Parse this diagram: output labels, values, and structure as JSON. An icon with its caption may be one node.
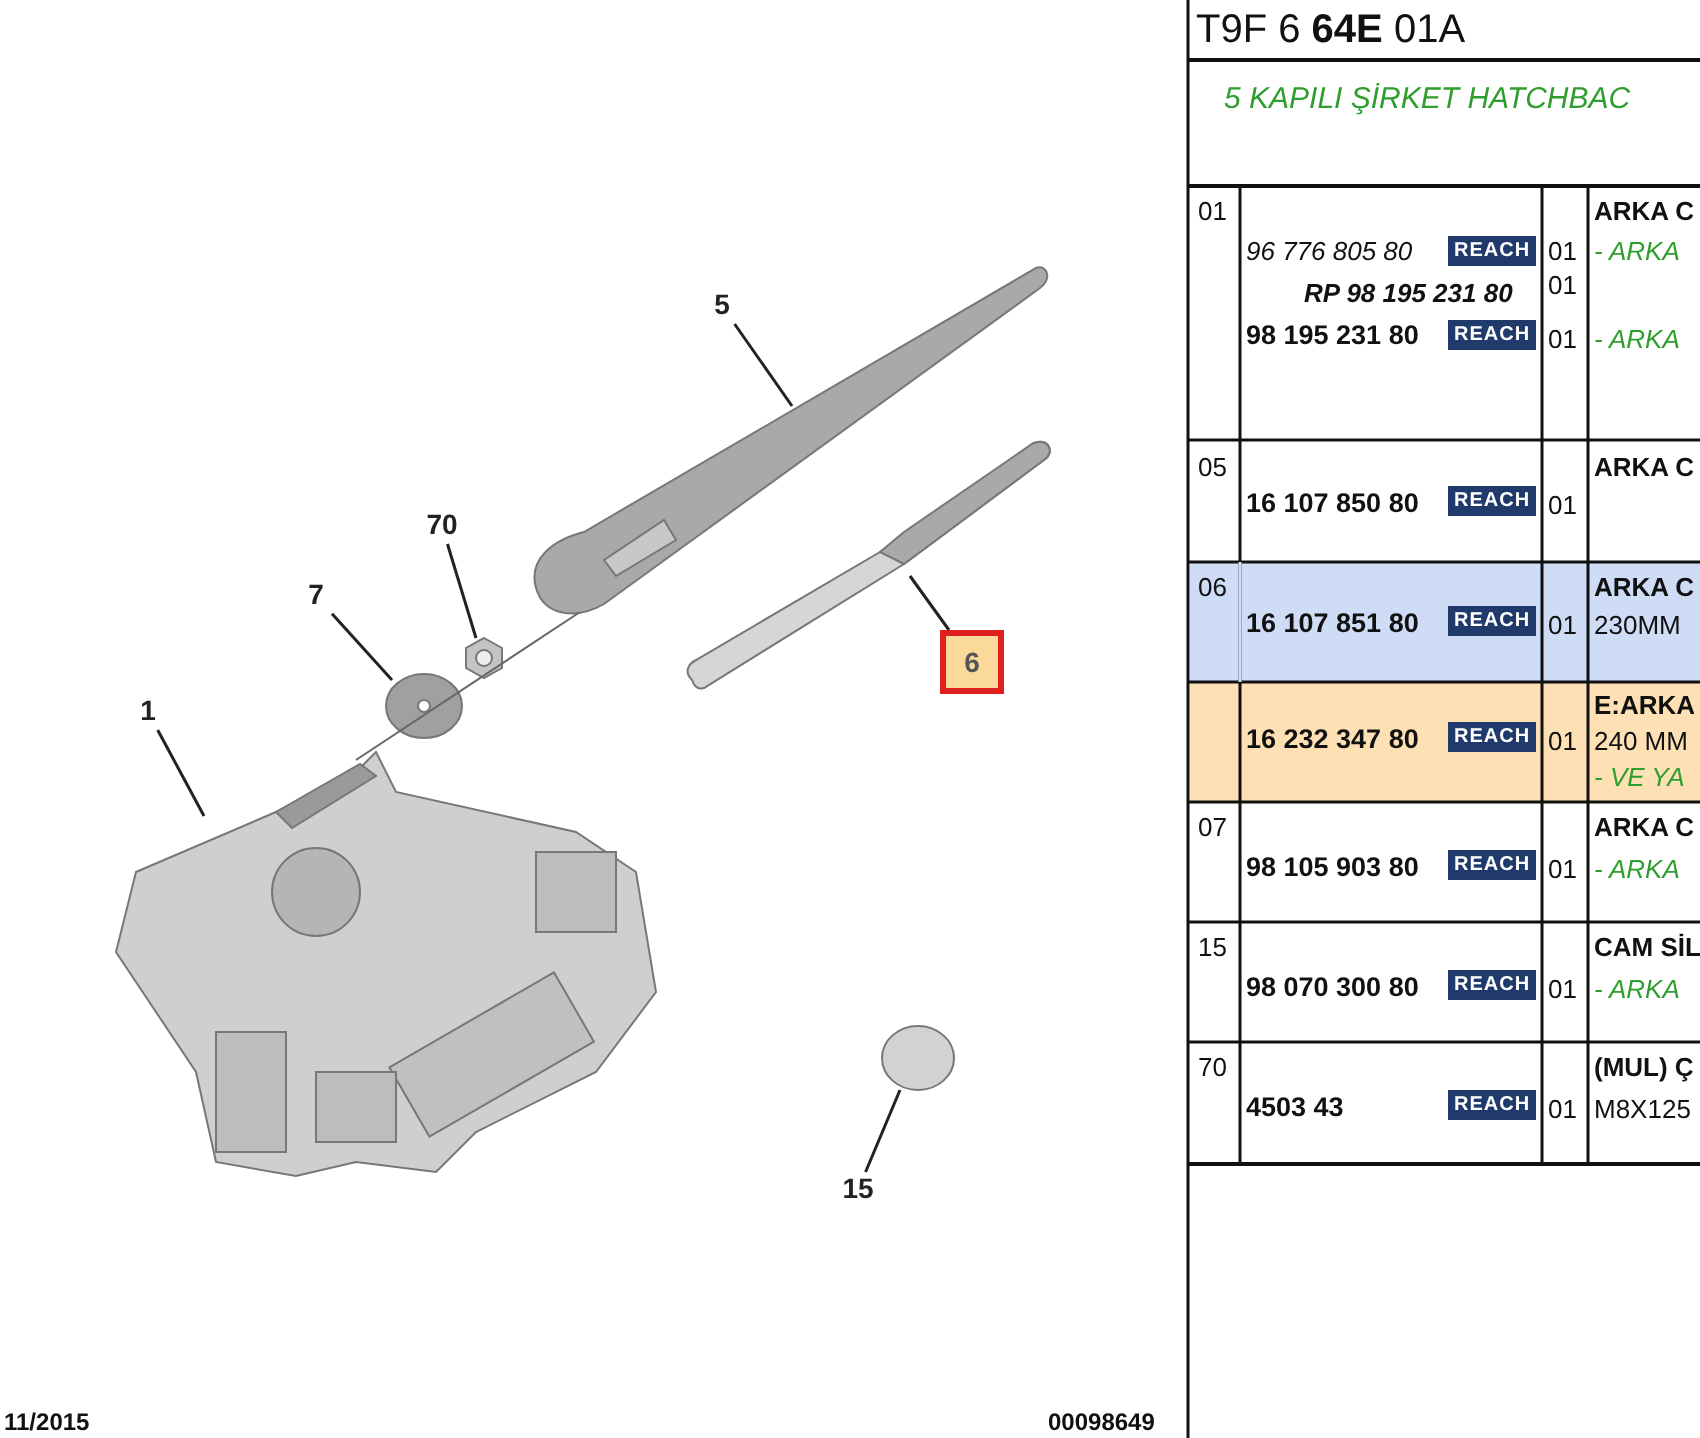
{
  "diagram": {
    "nodes": [
      {
        "text": [
          "5"
        ]
      },
      {
        "text": [
          "70"
        ]
      },
      {
        "text": [
          "7"
        ]
      },
      {
        "text": [
          "6"
        ]
      },
      {
        "text": [
          "1"
        ]
      },
      {
        "text": [
          "15"
        ]
      },
      {
        "text": [],
        "shape": "picture"
      },
      {
        "text": [],
        "shape": "picture"
      },
      {
        "text": [],
        "shape": "circle"
      },
      {
        "text": [],
        "shape": "picture"
      },
      {
        "text": [],
        "shape": "picture"
      },
      {
        "text": [],
        "shape": "circle"
      }
    ],
    "edges": [
      {
        "from": 0,
        "to": 6,
        "arrow": "none"
      },
      {
        "from": 1,
        "to": 7,
        "arrow": "none"
      },
      {
        "from": 2,
        "to": 8,
        "arrow": "none"
      },
      {
        "from": 3,
        "to": 9,
        "arrow": "none"
      },
      {
        "from": 4,
        "to": 10,
        "arrow": "none"
      },
      {
        "from": 5,
        "to": 11,
        "arrow": "none"
      }
    ],
    "labels": [
      "T9F 6 **64E** 01A",
      "5 KAPILI ŞİRKET HATCHBAC",
      "01",
      "96 776 805 80",
      "REACH",
      "01",
      "ARKA C",
      "- ARKA",
      "RP 98 195 231 80",
      "01",
      "98 195 231 80",
      "REACH",
      "01",
      "- ARKA",
      "05",
      "16 107 850 80",
      "REACH",
      "01",
      "ARKA C",
      "06",
      "16 107 851 80",
      "REACH",
      "01",
      "ARKA C",
      "230MM",
      "16 232 347 80",
      "REACH",
      "01",
      "E:ARKA",
      "240 MM",
      "- VE YA",
      "07",
      "98 105 903 80",
      "REACH",
      "01",
      "ARKA C",
      "- ARKA",
      "15",
      "98 070 300 80",
      "REACH",
      "01",
      "CAM SİL",
      "- ARKA",
      "70",
      "4503 43",
      "REACH",
      "01",
      "(MUL) Ç",
      "M8X125",
      "11/2015",
      "00098649"
    ]
  }
}
